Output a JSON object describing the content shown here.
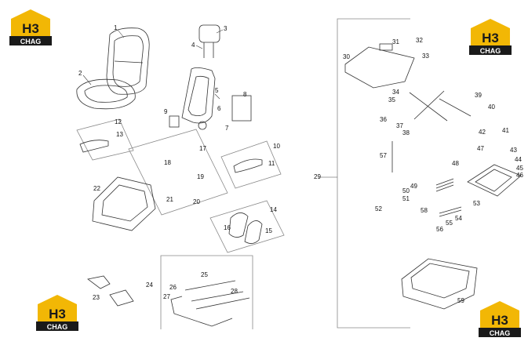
{
  "logo": {
    "letters": "H3",
    "brand": "CHAG",
    "accent": "#f2b705",
    "dark": "#1a1a1a"
  },
  "callouts": [
    "1",
    "2",
    "3",
    "4",
    "5",
    "6",
    "7",
    "8",
    "9",
    "10",
    "11",
    "12",
    "13",
    "14",
    "15",
    "16",
    "17",
    "18",
    "19",
    "20",
    "21",
    "22",
    "23",
    "24",
    "25",
    "26",
    "27",
    "28",
    "29",
    "30",
    "31",
    "32",
    "33",
    "34",
    "35",
    "36",
    "37",
    "38",
    "39",
    "40",
    "41",
    "42",
    "43",
    "44",
    "45",
    "46",
    "47",
    "48",
    "49",
    "50",
    "51",
    "52",
    "53",
    "54",
    "55",
    "56",
    "57",
    "58",
    "59"
  ]
}
